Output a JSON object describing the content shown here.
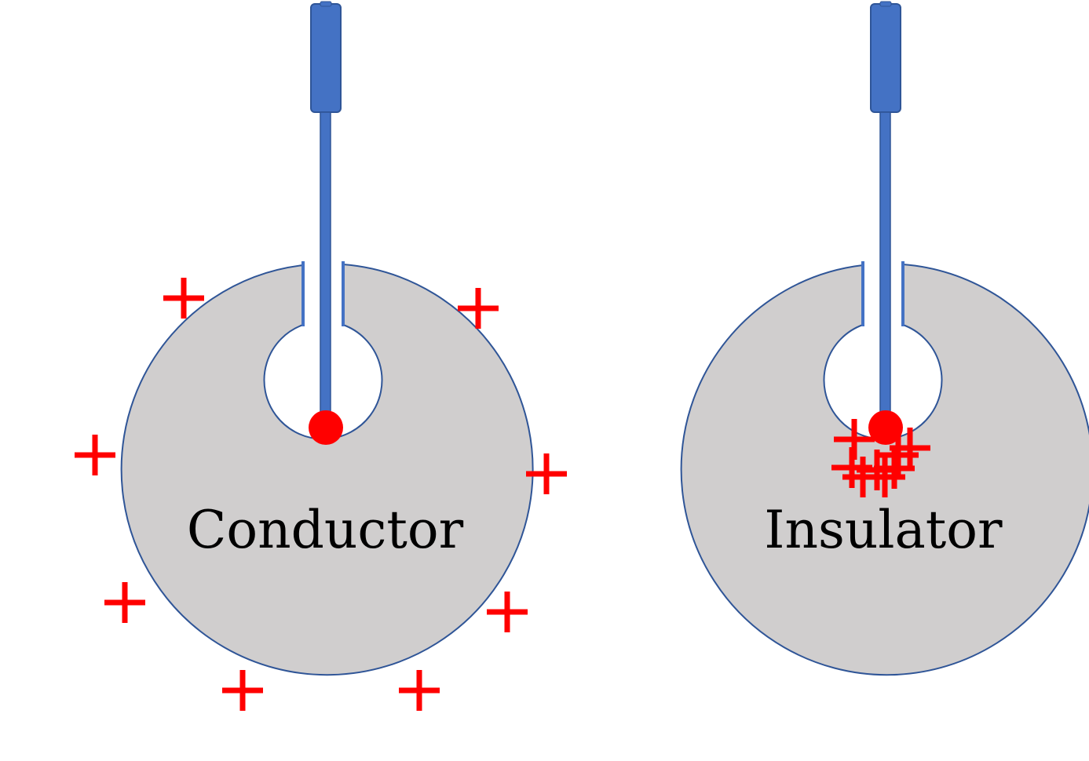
{
  "colors": {
    "disk_fill": "#d0cece",
    "disk_stroke": "#2f5597",
    "probe_fill": "#4472c4",
    "probe_stroke": "#2f5597",
    "charge": "#ff0000",
    "text": "#000000"
  },
  "panels": {
    "conductor": {
      "label": "Conductor",
      "charge_symbol": "+",
      "charge_location": "outer surface",
      "charge_count": 8
    },
    "insulator": {
      "label": "Insulator",
      "charge_symbol": "+",
      "charge_location": "clustered at probe tip",
      "charge_count": 8
    }
  }
}
